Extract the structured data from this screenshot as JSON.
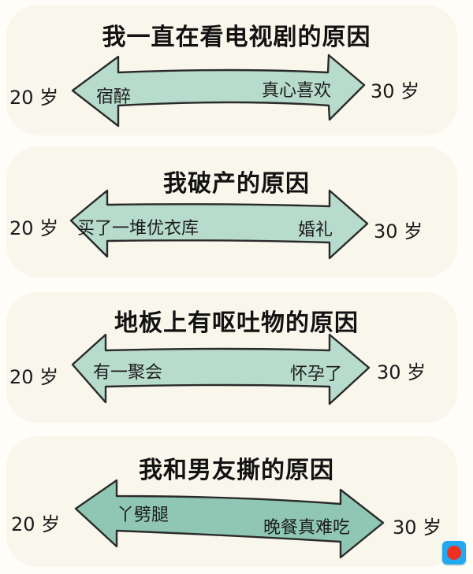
{
  "watermark": "",
  "panels": [
    {
      "title": "我一直在看电视剧的原因",
      "left_age": "20 岁",
      "right_age": "30 岁",
      "left_label": "宿醉",
      "right_label": "真心喜欢"
    },
    {
      "title": "我破产的原因",
      "left_age": "20 岁",
      "right_age": "30 岁",
      "left_label": "买了一堆优衣库",
      "right_label": "婚礼"
    },
    {
      "title": "地板上有呕吐物的原因",
      "left_age": "20 岁",
      "right_age": "30 岁",
      "left_label": "有一聚会",
      "right_label": "怀孕了"
    },
    {
      "title": "我和男友撕的原因",
      "left_age": "20 岁",
      "right_age": "30 岁",
      "left_label": "丫劈腿",
      "right_label": "晚餐真难吃"
    }
  ],
  "colors": {
    "arrow_fill": "#b7dbcc",
    "arrow_fill_dark": "#8fc7b4",
    "outline": "#2a2a2a",
    "record_button": "#22aaf0",
    "record_dot": "#f0301e"
  },
  "icons": {
    "record": "record-icon"
  }
}
